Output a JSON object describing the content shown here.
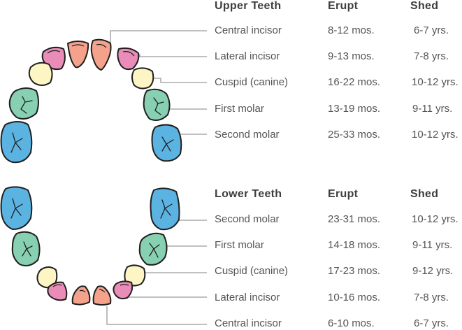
{
  "colors": {
    "incisor_central": "#f4a28c",
    "incisor_lateral": "#e98db8",
    "cuspid": "#fdf5c3",
    "first_molar": "#88d0b2",
    "second_molar": "#5bb3e2",
    "outline": "#1f1f1f",
    "leader": "#9a9a9a"
  },
  "upper": {
    "header": {
      "name": "Upper Teeth",
      "erupt": "Erupt",
      "shed": "Shed"
    },
    "rows": [
      {
        "tooth": "Central incisor",
        "erupt": "8-12 mos.",
        "shed": "6-7 yrs."
      },
      {
        "tooth": "Lateral incisor",
        "erupt": "9-13 mos.",
        "shed": "7-8 yrs."
      },
      {
        "tooth": "Cuspid (canine)",
        "erupt": "16-22 mos.",
        "shed": "10-12 yrs."
      },
      {
        "tooth": "First  molar",
        "erupt": "13-19 mos.",
        "shed": "9-11 yrs."
      },
      {
        "tooth": "Second molar",
        "erupt": "25-33 mos.",
        "shed": "10-12 yrs."
      }
    ]
  },
  "lower": {
    "header": {
      "name": "Lower Teeth",
      "erupt": "Erupt",
      "shed": "Shed"
    },
    "rows": [
      {
        "tooth": "Second molar",
        "erupt": "23-31 mos.",
        "shed": "10-12 yrs."
      },
      {
        "tooth": "First  molar",
        "erupt": "14-18 mos.",
        "shed": "9-11 yrs."
      },
      {
        "tooth": "Cuspid (canine)",
        "erupt": "17-23 mos.",
        "shed": "9-12 yrs."
      },
      {
        "tooth": "Lateral incisor",
        "erupt": "10-16 mos.",
        "shed": "7-8 yrs."
      },
      {
        "tooth": "Central incisor",
        "erupt": "6-10 mos.",
        "shed": "6-7 yrs."
      }
    ]
  }
}
